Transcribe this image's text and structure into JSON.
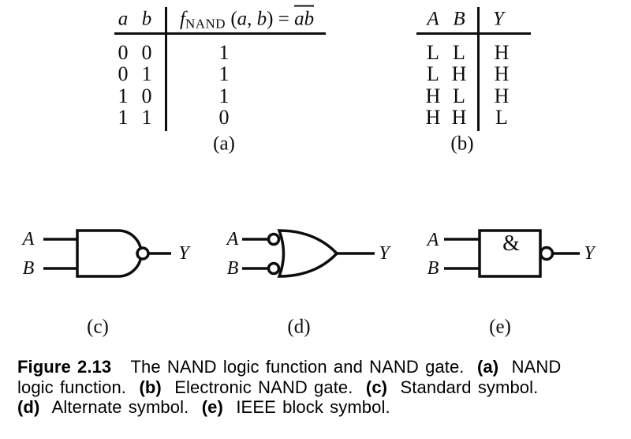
{
  "colors": {
    "ink": "#0d0d0d",
    "paper": "#ffffff"
  },
  "table_a": {
    "headers": [
      "a",
      "b"
    ],
    "f_header": {
      "f": "f",
      "sub": "NAND",
      "open": " (",
      "a": "a",
      "comma": ", ",
      "b": "b",
      "close": ") = ",
      "overline": "ab"
    },
    "rows": [
      [
        "0",
        "0",
        "1"
      ],
      [
        "0",
        "1",
        "1"
      ],
      [
        "1",
        "0",
        "1"
      ],
      [
        "1",
        "1",
        "0"
      ]
    ],
    "label": "(a)"
  },
  "table_b": {
    "headers": [
      "A",
      "B",
      "Y"
    ],
    "rows": [
      [
        "L",
        "L",
        "H"
      ],
      [
        "L",
        "H",
        "H"
      ],
      [
        "H",
        "L",
        "H"
      ],
      [
        "H",
        "H",
        "L"
      ]
    ],
    "label": "(b)"
  },
  "gates": {
    "standard": {
      "input_a": "A",
      "input_b": "B",
      "output": "Y",
      "label": "(c)"
    },
    "alternate": {
      "input_a": "A",
      "input_b": "B",
      "output": "Y",
      "label": "(d)"
    },
    "ieee": {
      "input_a": "A",
      "input_b": "B",
      "output": "Y",
      "block_symbol": "&",
      "label": "(e)"
    }
  },
  "caption": {
    "lines": [
      [
        {
          "text": "Figure 2.13",
          "bold": true
        },
        {
          "text": "   The NAND logic function and NAND gate.  ",
          "bold": false
        },
        {
          "text": "(a)",
          "bold": true
        },
        {
          "text": "  NAND",
          "bold": false
        }
      ],
      [
        {
          "text": "logic function.  ",
          "bold": false
        },
        {
          "text": "(b)",
          "bold": true
        },
        {
          "text": "  Electronic NAND gate.  ",
          "bold": false
        },
        {
          "text": "(c)",
          "bold": true
        },
        {
          "text": "  Standard symbol.",
          "bold": false
        }
      ],
      [
        {
          "text": "(d)",
          "bold": true
        },
        {
          "text": "  Alternate symbol.  ",
          "bold": false
        },
        {
          "text": "(e)",
          "bold": true
        },
        {
          "text": "  IEEE block symbol.",
          "bold": false
        }
      ]
    ]
  }
}
